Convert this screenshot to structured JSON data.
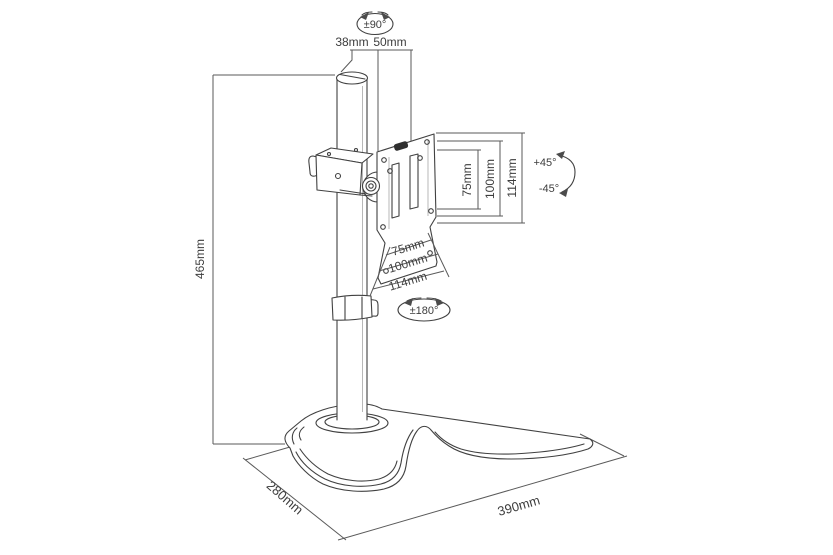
{
  "diagram": {
    "type": "technical-drawing",
    "subject": "monitor-desk-stand",
    "colors": {
      "background": "#ffffff",
      "line": "#414141",
      "dimension_line": "#5a5a5a",
      "text": "#3d3d3d",
      "knob": "#2f2f2f"
    },
    "top": {
      "swivel_range": "±90°",
      "pole_diameter": "38mm",
      "bracket_width": "50mm"
    },
    "left": {
      "pole_height": "465mm"
    },
    "plate": {
      "vertical": {
        "d75": "75mm",
        "d100": "100mm",
        "d114": "114mm"
      },
      "horizontal": {
        "d75": "75mm",
        "d100": "100mm",
        "d114": "114mm"
      }
    },
    "tilt": {
      "up": "+45°",
      "down": "-45°"
    },
    "rotation_range": "±180°",
    "base": {
      "depth": "280mm",
      "width": "390mm"
    }
  }
}
